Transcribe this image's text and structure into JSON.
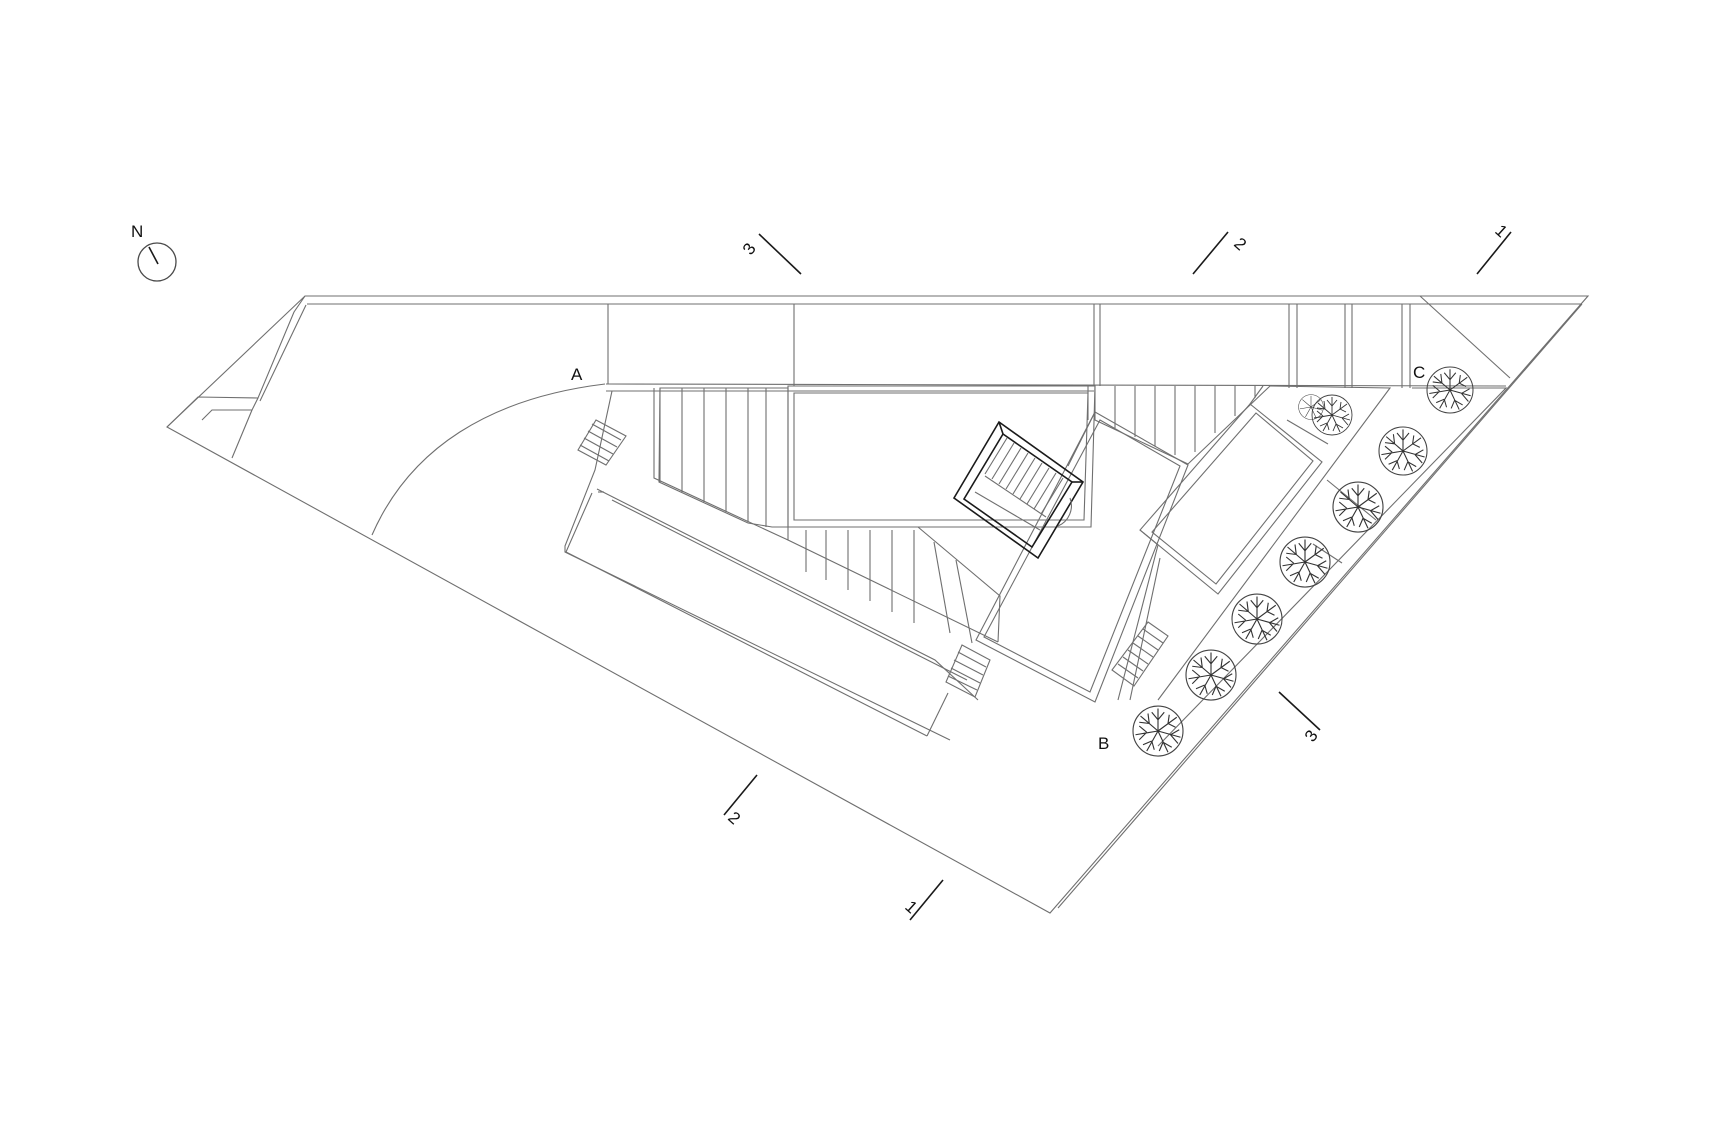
{
  "north_label": "N",
  "points": {
    "a": "A",
    "b": "B",
    "c": "C"
  },
  "sections": {
    "s1_top": "1",
    "s2_top": "2",
    "s3_top": "3",
    "s1_bottom": "1",
    "s2_bottom": "2",
    "s3_right": "3"
  },
  "colors": {
    "line": "#6f6f6f",
    "ink": "#1a1a1a"
  }
}
